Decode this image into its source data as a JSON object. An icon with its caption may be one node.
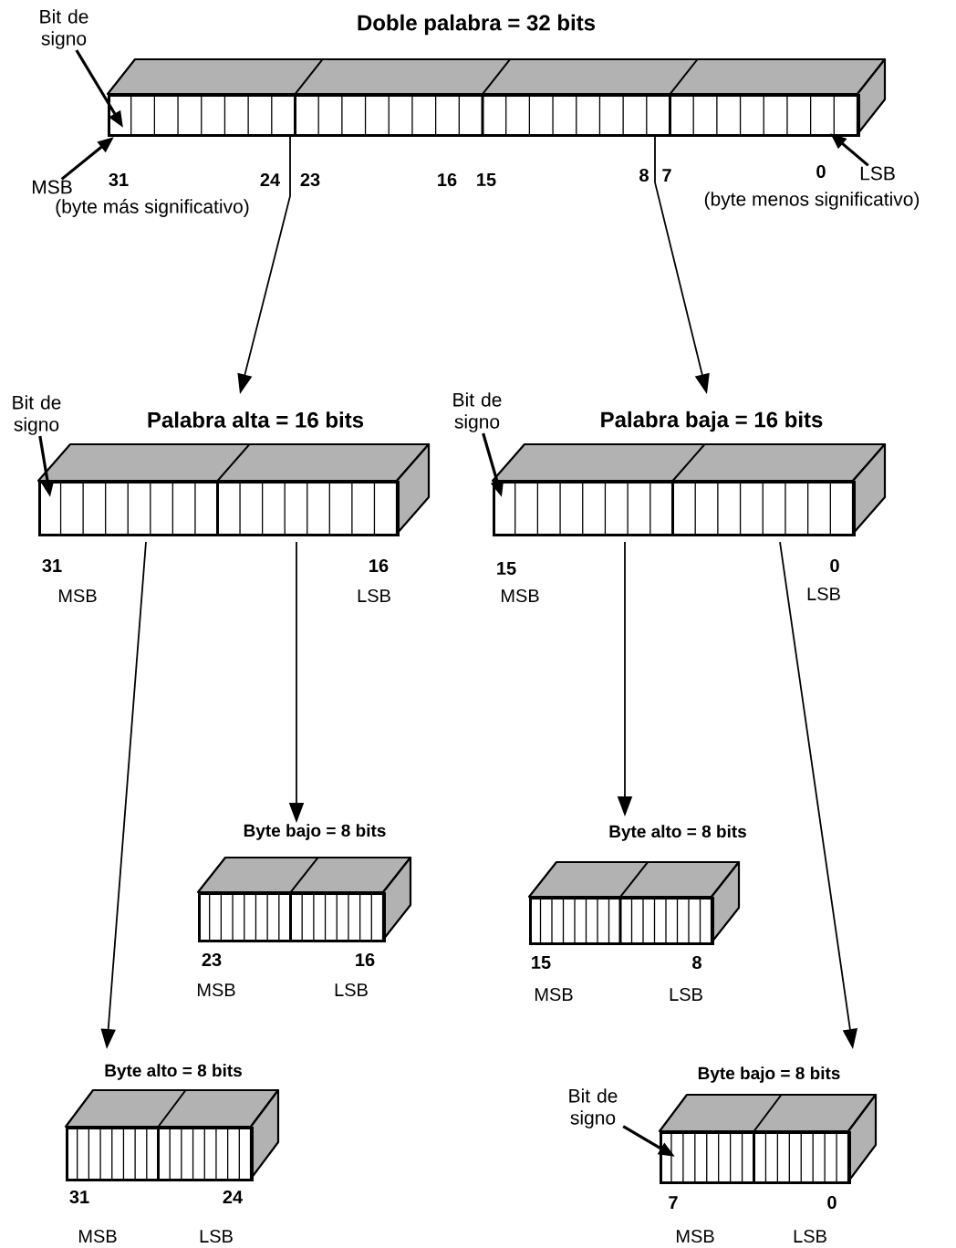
{
  "diagram": {
    "nodes": [
      {
        "text": [
          "Doble palabra = 32 bits"
        ]
      },
      {
        "text": [
          "Palabra alta = 16 bits"
        ],
        "beside": [
          "31",
          "MSB",
          "16",
          "LSB"
        ]
      },
      {
        "text": [
          "Palabra baja = 16 bits"
        ],
        "beside": [
          "15",
          "MSB",
          "0",
          "LSB"
        ]
      },
      {
        "text": [
          "Byte bajo = 8 bits"
        ],
        "beside": [
          "23",
          "MSB",
          "16",
          "LSB"
        ]
      },
      {
        "text": [
          "Byte alto = 8 bits"
        ],
        "beside": [
          "15",
          "MSB",
          "8",
          "LSB"
        ]
      },
      {
        "text": [
          "Byte alto = 8 bits"
        ],
        "beside": [
          "31",
          "MSB",
          "24",
          "LSB"
        ]
      },
      {
        "text": [
          "Byte bajo = 8 bits"
        ],
        "beside": [
          "7",
          "MSB",
          "0",
          "LSB"
        ]
      },
      {
        "text": [
          "Bit de signo"
        ]
      },
      {
        "text": [
          "MSB"
        ],
        "beside": [
          "(byte más significativo)"
        ]
      },
      {
        "text": [
          "LSB"
        ],
        "beside": [
          "(byte menos significativo)"
        ]
      },
      {
        "text": [
          "Bit de signo"
        ]
      },
      {
        "text": [
          "Bit de signo"
        ]
      },
      {
        "text": [
          "Bit de signo"
        ]
      }
    ],
    "edges": [
      {
        "from": 0,
        "to": 1,
        "arrow": "to"
      },
      {
        "from": 0,
        "to": 2,
        "arrow": "to"
      },
      {
        "from": 1,
        "to": 5,
        "arrow": "to"
      },
      {
        "from": 1,
        "to": 3,
        "arrow": "to"
      },
      {
        "from": 2,
        "to": 4,
        "arrow": "to"
      },
      {
        "from": 2,
        "to": 6,
        "arrow": "to"
      },
      {
        "from": 7,
        "to": 0,
        "arrow": "to"
      },
      {
        "from": 8,
        "to": 0,
        "arrow": "to"
      },
      {
        "from": 9,
        "to": 0,
        "arrow": "to"
      },
      {
        "from": 10,
        "to": 1,
        "arrow": "to"
      },
      {
        "from": 11,
        "to": 2,
        "arrow": "to"
      },
      {
        "from": 12,
        "to": 6,
        "arrow": "to"
      }
    ],
    "labels": [
      "31",
      "24",
      "23",
      "16",
      "15",
      "8",
      "7",
      "0"
    ]
  }
}
